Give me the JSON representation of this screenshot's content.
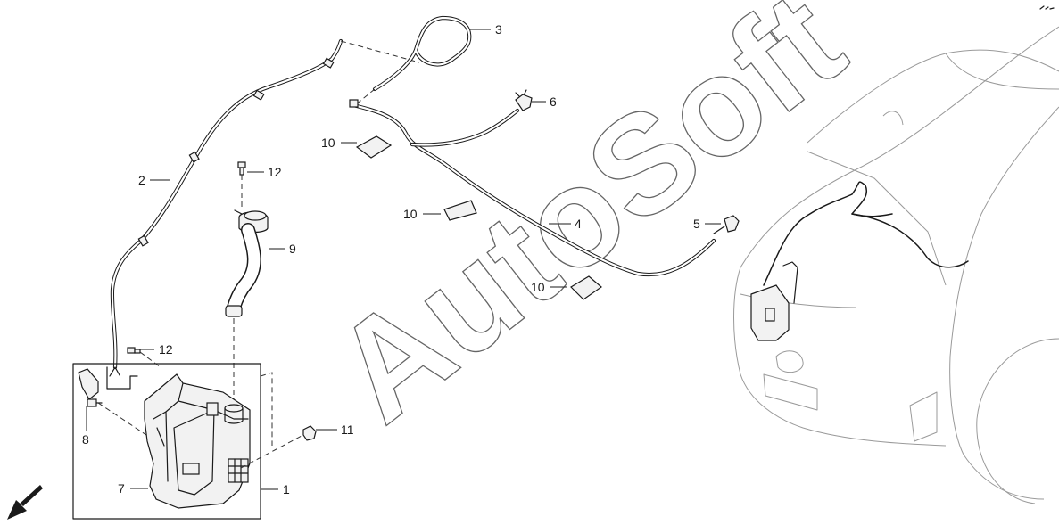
{
  "watermark": "AutoSoft",
  "callouts": {
    "c1": "1",
    "c2": "2",
    "c3": "3",
    "c4": "4",
    "c5": "5",
    "c6": "6",
    "c7": "7",
    "c8": "8",
    "c9": "9",
    "c10a": "10",
    "c10b": "10",
    "c10c": "10",
    "c11": "11",
    "c12a": "12",
    "c12b": "12"
  },
  "icons": {
    "direction_arrow": "front-direction-arrow-icon",
    "corner_mark": "page-corner-mark-icon"
  }
}
